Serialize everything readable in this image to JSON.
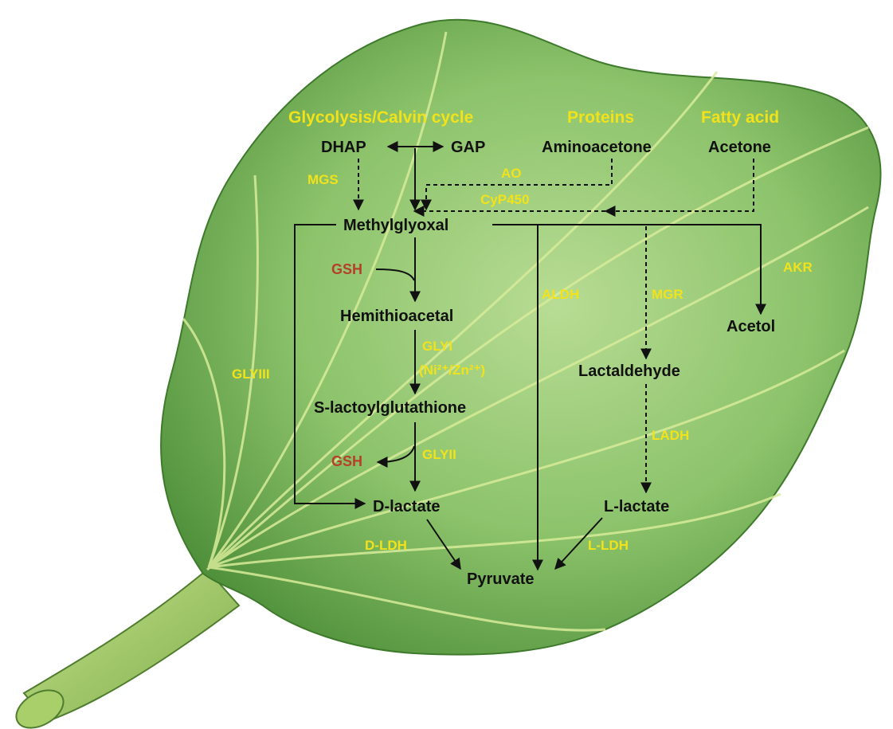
{
  "colors": {
    "leaf_dark": "#4f8f3a",
    "leaf_light": "#b8dc94",
    "vein": "#d8ec9a",
    "stem": "#a9cf6a",
    "metabolite_text": "#111111",
    "enzyme_text": "#f2e21a",
    "gsh_text": "#b5402a"
  },
  "sources": {
    "glycolysis": "Glycolysis/Calvin cycle",
    "proteins": "Proteins",
    "fatty_acid": "Fatty acid"
  },
  "metabolites": {
    "dhap": "DHAP",
    "gap": "GAP",
    "aminoacetone": "Aminoacetone",
    "acetone": "Acetone",
    "methylglyoxal": "Methylglyoxal",
    "hemithioacetal": "Hemithioacetal",
    "s_lactoylglutathione": "S-lactoylglutathione",
    "d_lactate": "D-lactate",
    "l_lactate": "L-lactate",
    "lactaldehyde": "Lactaldehyde",
    "acetol": "Acetol",
    "pyruvate": "Pyruvate",
    "gsh_in": "GSH",
    "gsh_out": "GSH"
  },
  "enzymes": {
    "mgs": "MGS",
    "ao": "AO",
    "cyp450": "CyP450",
    "glyi": "GLYI",
    "glyi_cofactor": "(Ni²⁺/Zn²⁺)",
    "glyii": "GLYII",
    "glyiii": "GLYIII",
    "aldh": "ALDH",
    "mgr": "MGR",
    "akr": "AKR",
    "ladh": "LADH",
    "d_ldh": "D-LDH",
    "l_ldh": "L-LDH"
  }
}
